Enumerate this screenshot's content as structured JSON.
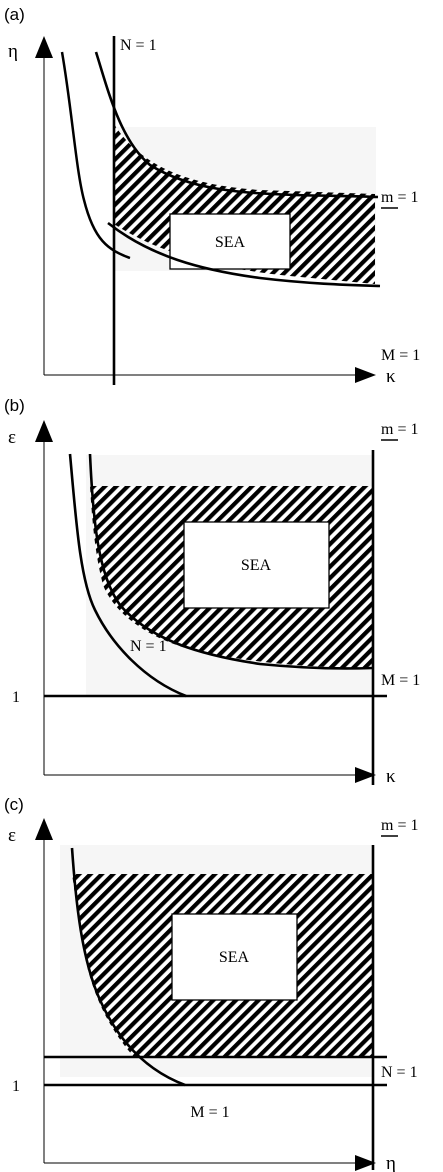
{
  "panels": [
    {
      "label": "(a)",
      "y_axis": "η",
      "x_axis": "κ",
      "sea": "SEA",
      "lines": {
        "vertical": "N = 1",
        "upper_curve": "m = 1",
        "lower_curve": "M = 1"
      }
    },
    {
      "label": "(b)",
      "y_axis": "ε",
      "x_axis": "κ",
      "sea": "SEA",
      "tick": "1",
      "lines": {
        "vertical": "m = 1",
        "curve": "N = 1",
        "horizontal": "M = 1"
      }
    },
    {
      "label": "(c)",
      "y_axis": "ε",
      "x_axis": "η",
      "sea": "SEA",
      "tick": "1",
      "lines": {
        "vertical": "m = 1",
        "horizontal_upper": "N = 1",
        "horizontal_lower": "M = 1"
      }
    }
  ],
  "colors": {
    "ink": "#000000",
    "shade": "#f6f6f6",
    "box": "#ffffff"
  }
}
